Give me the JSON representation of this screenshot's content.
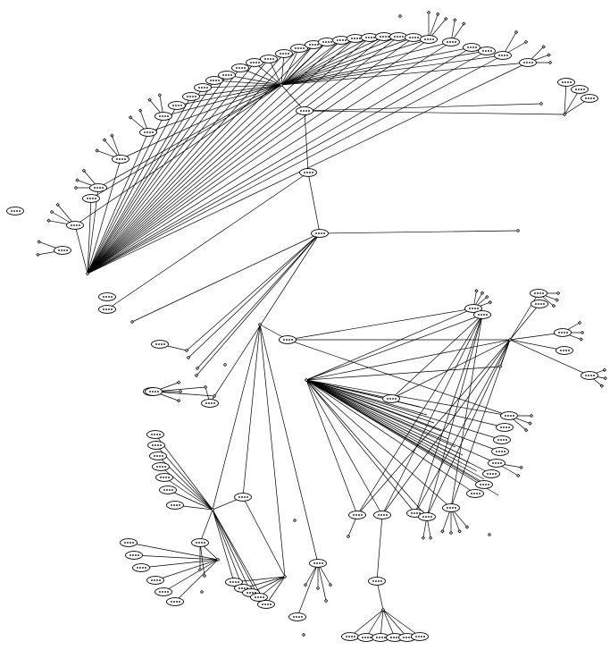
{
  "diagram": {
    "background": "#ffffff",
    "stroke_color": "#000000",
    "fill_color": "#ffffff",
    "labels_legible": false,
    "nodes": [
      {
        "id": "top_arc_1"
      },
      {
        "id": "top_arc_2"
      },
      {
        "id": "top_arc_3"
      },
      {
        "id": "top_arc_4"
      },
      {
        "id": "top_arc_5"
      },
      {
        "id": "top_arc_6"
      },
      {
        "id": "top_arc_7"
      },
      {
        "id": "top_arc_8"
      },
      {
        "id": "top_arc_9"
      },
      {
        "id": "top_arc_10"
      },
      {
        "id": "top_arc_11"
      },
      {
        "id": "top_arc_12"
      },
      {
        "id": "top_arc_13"
      },
      {
        "id": "top_arc_14"
      },
      {
        "id": "top_arc_15"
      },
      {
        "id": "top_arc_16"
      },
      {
        "id": "top_arc_17"
      },
      {
        "id": "top_arc_18"
      },
      {
        "id": "top_arc_19"
      },
      {
        "id": "top_arc_20"
      },
      {
        "id": "top_arc_21"
      },
      {
        "id": "top_arc_22"
      },
      {
        "id": "top_arc_23"
      },
      {
        "id": "top_arc_24"
      },
      {
        "id": "top_arc_25"
      },
      {
        "id": "top_arc_26"
      },
      {
        "id": "top_arc_27"
      },
      {
        "id": "left_1"
      },
      {
        "id": "left_2"
      },
      {
        "id": "left_3"
      },
      {
        "id": "left_4"
      },
      {
        "id": "left_5"
      },
      {
        "id": "left_6"
      },
      {
        "id": "spine_1"
      },
      {
        "id": "spine_2"
      },
      {
        "id": "spine_3"
      },
      {
        "id": "right_top_1"
      },
      {
        "id": "right_top_2"
      },
      {
        "id": "right_top_3"
      },
      {
        "id": "mid_left_1"
      },
      {
        "id": "mid_left_2"
      },
      {
        "id": "mid_left_3"
      },
      {
        "id": "center_hub"
      },
      {
        "id": "center_mid"
      },
      {
        "id": "right_cluster_1"
      },
      {
        "id": "right_cluster_2"
      },
      {
        "id": "right_cluster_3"
      },
      {
        "id": "right_cluster_4"
      },
      {
        "id": "right_cluster_5"
      },
      {
        "id": "right_cluster_6"
      },
      {
        "id": "right_cluster_7"
      },
      {
        "id": "right_stack_1"
      },
      {
        "id": "right_stack_2"
      },
      {
        "id": "right_stack_3"
      },
      {
        "id": "right_stack_4"
      },
      {
        "id": "right_stack_5"
      },
      {
        "id": "right_stack_6"
      },
      {
        "id": "right_stack_7"
      },
      {
        "id": "right_stack_8"
      },
      {
        "id": "lower_mid_1"
      },
      {
        "id": "lower_mid_2"
      },
      {
        "id": "lower_mid_3"
      },
      {
        "id": "lower_mid_4"
      },
      {
        "id": "lower_mid_5"
      },
      {
        "id": "lower_mid_6"
      },
      {
        "id": "bottom_center"
      },
      {
        "id": "bottom_row_1"
      },
      {
        "id": "bottom_row_2"
      },
      {
        "id": "bottom_row_3"
      },
      {
        "id": "bottom_row_4"
      },
      {
        "id": "bottom_row_5"
      },
      {
        "id": "bottom_row_6"
      },
      {
        "id": "left_mid_1"
      },
      {
        "id": "left_mid_2"
      },
      {
        "id": "left_col_1"
      },
      {
        "id": "left_col_2"
      },
      {
        "id": "left_col_3"
      },
      {
        "id": "left_col_4"
      },
      {
        "id": "left_col_5"
      },
      {
        "id": "left_col_6"
      },
      {
        "id": "left_col_7"
      },
      {
        "id": "lower_left_hub"
      },
      {
        "id": "lower_left_2"
      },
      {
        "id": "lower_left_3"
      },
      {
        "id": "lower_left_4"
      },
      {
        "id": "lower_left_5"
      },
      {
        "id": "lower_left_6"
      },
      {
        "id": "lower_left_7"
      },
      {
        "id": "bottom_small_row_1"
      },
      {
        "id": "bottom_small_row_2"
      },
      {
        "id": "bottom_small_row_3"
      },
      {
        "id": "bottom_small_row_4"
      },
      {
        "id": "bottom_small_row_5"
      },
      {
        "id": "lower_center_1"
      },
      {
        "id": "lower_center_2"
      }
    ]
  }
}
